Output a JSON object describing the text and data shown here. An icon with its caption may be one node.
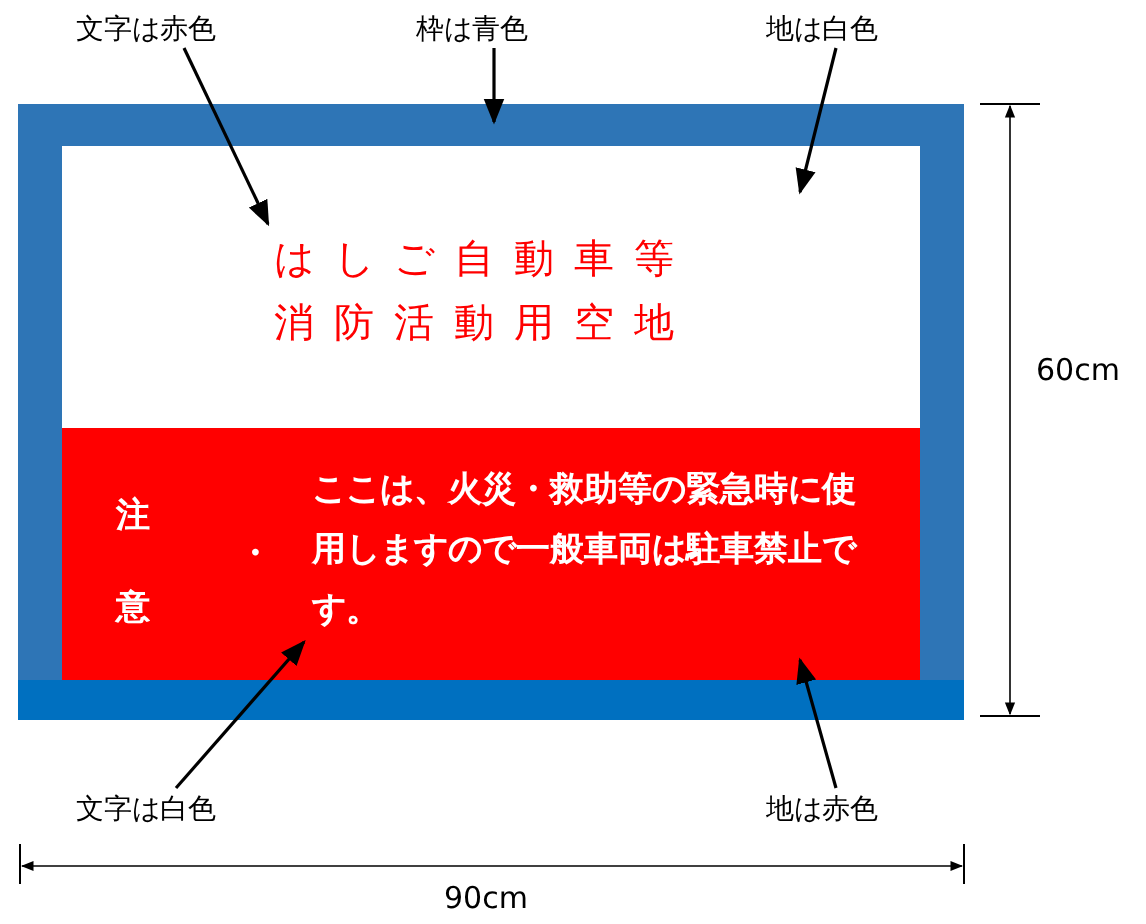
{
  "diagram": {
    "nodes": [
      {
        "text": [
          "文字は赤色"
        ]
      },
      {
        "text": [
          "枠は青色"
        ]
      },
      {
        "text": [
          "地は白色"
        ]
      },
      {
        "text": [],
        "shape": "box"
      },
      {
        "text": [
          "はしご自動車等消防活動用空地"
        ],
        "in": 3
      },
      {
        "text": [
          "注意",
          "・",
          "ここは、火災・救助等の緊急時に使用しますので一般車両は駐車禁止です。"
        ],
        "in": 3
      },
      {
        "text": [
          "文字は白色"
        ]
      },
      {
        "text": [
          "地は赤色"
        ]
      }
    ],
    "edges": [
      {
        "from": 0,
        "to": 4,
        "arrow": "to"
      },
      {
        "from": 1,
        "to": 3,
        "arrow": "to"
      },
      {
        "from": 2,
        "to": 4,
        "arrow": "to"
      },
      {
        "from": 6,
        "to": 5,
        "arrow": "to"
      },
      {
        "from": 7,
        "to": 5,
        "arrow": "to"
      }
    ],
    "labels": [
      "60cm",
      "90cm"
    ]
  }
}
